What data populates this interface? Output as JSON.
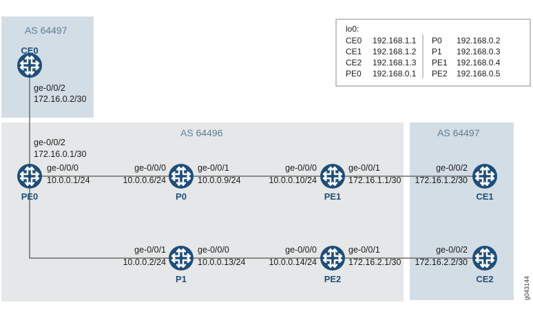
{
  "colors": {
    "as_box_blue": "#d3dde6",
    "as_box_grey": "#e6e7e8",
    "router": "#1f4e79",
    "as_label": "#5b7c98"
  },
  "as_labels": {
    "top_left": "AS 64497",
    "middle": "AS 64496",
    "right": "AS 64497"
  },
  "routers": {
    "ce0": "CE0",
    "pe0": "PE0",
    "p0": "P0",
    "p1": "P1",
    "pe1": "PE1",
    "pe2": "PE2",
    "ce1": "CE1",
    "ce2": "CE2"
  },
  "router_icon": "router-icon",
  "interfaces": {
    "ce0_if": "ge-0/0/2",
    "ce0_ip": "172.16.0.2/30",
    "pe0_up_if": "ge-0/0/2",
    "pe0_up_ip": "172.16.0.1/30",
    "pe0_right_if": "ge-0/0/0",
    "pe0_right_ip": "10.0.0.1/24",
    "p0_left_if": "ge-0/0/0",
    "p0_left_ip": "10.0.0.6/24",
    "p0_right_if": "ge-0/0/1",
    "p0_right_ip": "10.0.0.9/24",
    "pe1_left_if": "ge-0/0/0",
    "pe1_left_ip": "10.0.0.10/24",
    "pe1_right_if": "ge-0/0/1",
    "pe1_right_ip": "172.16.1.1/30",
    "ce1_if": "ge-0/0/2",
    "ce1_ip": "172.16.1.2/30",
    "p1_left_if": "ge-0/0/1",
    "p1_left_ip": "10.0.0.2/24",
    "p1_right_if": "ge-0/0/0",
    "p1_right_ip": "10.0.0.13/24",
    "pe2_left_if": "ge-0/0/0",
    "pe2_left_ip": "10.0.0.14/24",
    "pe2_right_if": "ge-0/0/1",
    "pe2_right_ip": "172.16.2.1/30",
    "ce2_if": "ge-0/0/2",
    "ce2_ip": "172.16.2.2/30"
  },
  "loopback_table": {
    "title": "lo0:",
    "left": [
      {
        "name": "CE0",
        "ip": "192.168.1.1"
      },
      {
        "name": "CE1",
        "ip": "192.168.1.2"
      },
      {
        "name": "CE2",
        "ip": "192.168.1.3"
      },
      {
        "name": "PE0",
        "ip": "192.168.0.1"
      }
    ],
    "right": [
      {
        "name": "P0",
        "ip": "192.168.0.2"
      },
      {
        "name": "P1",
        "ip": "192.168.0.3"
      },
      {
        "name": "PE1",
        "ip": "192.168.0.4"
      },
      {
        "name": "PE2",
        "ip": "192.168.0.5"
      }
    ]
  },
  "figure_id": "g043144"
}
